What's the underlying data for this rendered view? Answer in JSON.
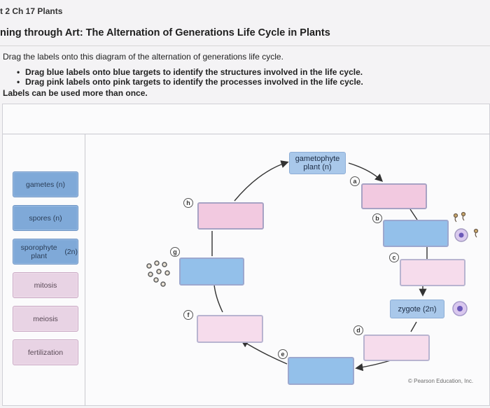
{
  "header": {
    "breadcrumb": "t 2 Ch 17 Plants",
    "title": "ning through Art: The Alternation of Generations Life Cycle in Plants"
  },
  "instructions": {
    "intro": "Drag the labels onto this diagram of the alternation of generations life cycle.",
    "bullets": [
      "Drag blue labels onto blue targets to identify the structures involved in the life cycle.",
      "Drag pink labels onto pink targets to identify the processes involved in the life cycle."
    ],
    "note": "Labels can be used more than once."
  },
  "labels": [
    {
      "text": "gametes (n)",
      "color": "blue"
    },
    {
      "text": "spores (n)",
      "color": "blue"
    },
    {
      "line1": "sporophyte plant",
      "line2": "(2n)",
      "color": "blue"
    },
    {
      "text": "mitosis",
      "color": "pink"
    },
    {
      "text": "meiosis",
      "color": "pink"
    },
    {
      "text": "fertilization",
      "color": "pink"
    }
  ],
  "diagram": {
    "gametophyte": {
      "line1": "gametophyte",
      "line2": "plant (n)"
    },
    "zygote": "zygote (2n)",
    "markers": [
      "a",
      "b",
      "c",
      "d",
      "e",
      "f",
      "g",
      "h"
    ]
  },
  "footer": {
    "copyright": "© Pearson Education, Inc."
  },
  "colors": {
    "blue_label": "#7fa9d8",
    "pink_label": "#e8d3e4",
    "pink_target": "#f2c9e0",
    "blue_target": "#93c0ea"
  }
}
